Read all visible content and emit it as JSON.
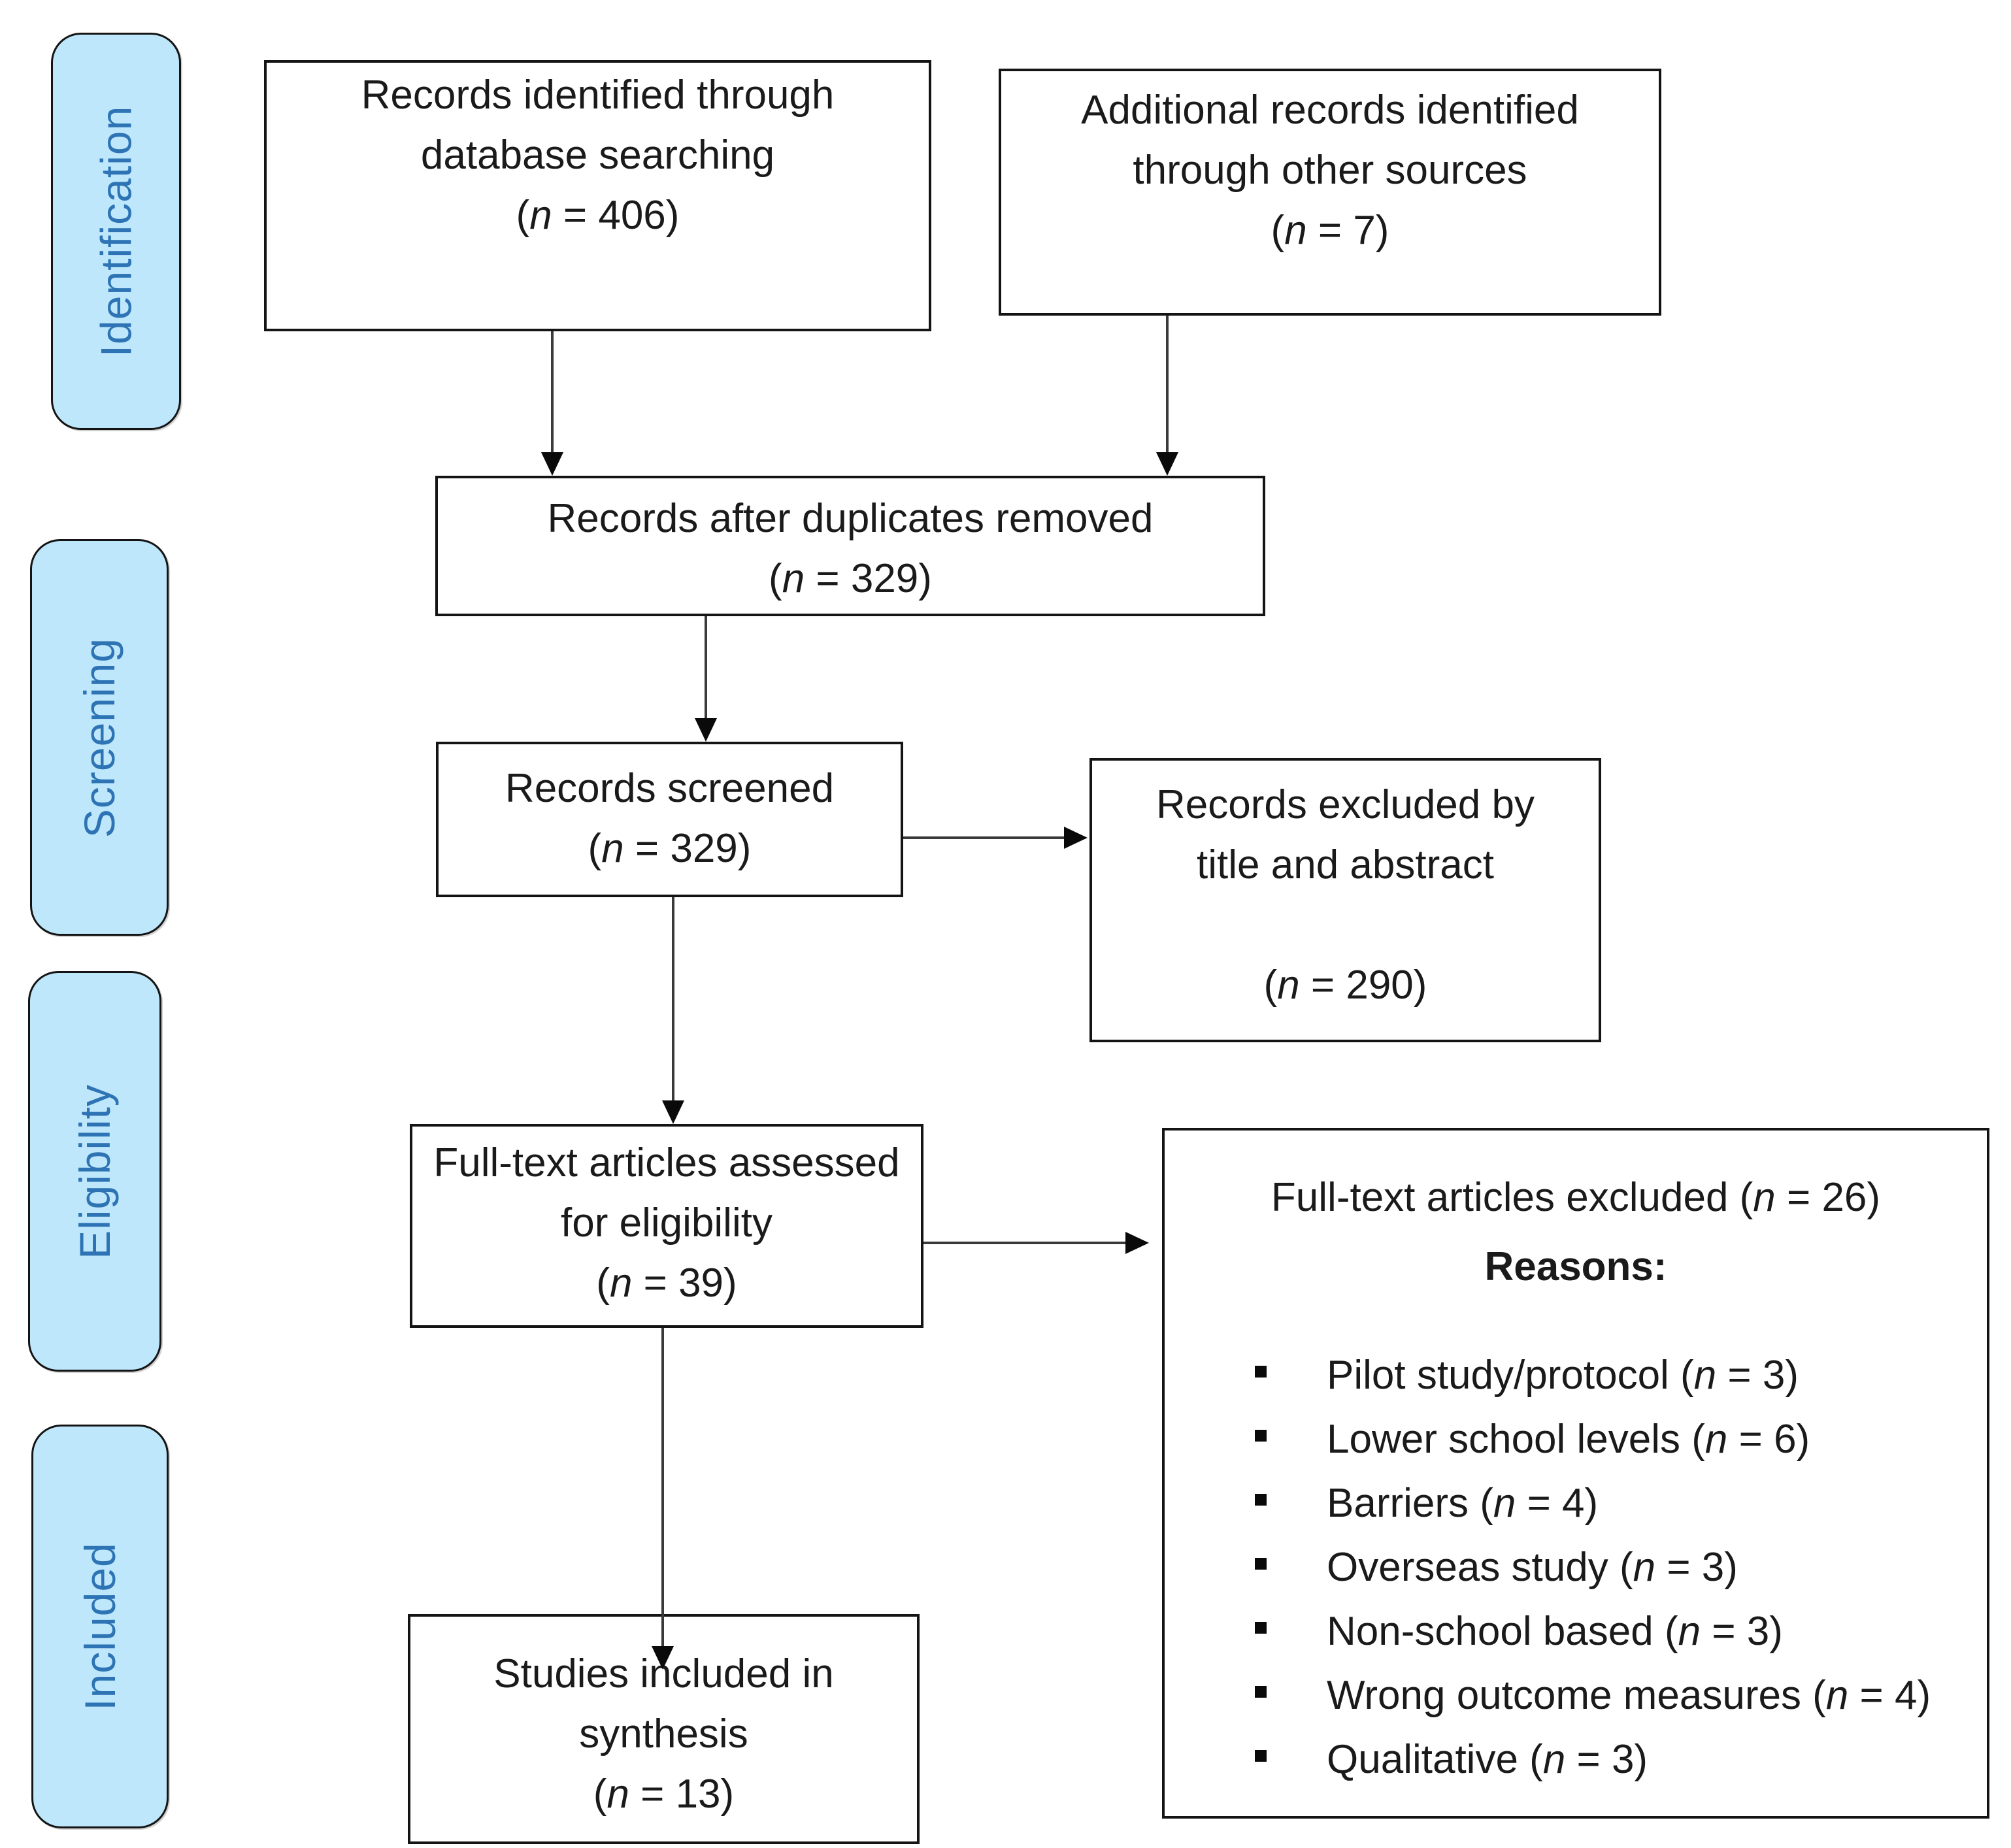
{
  "diagram": {
    "type": "prisma-flow",
    "colors": {
      "stage_fill": "#BEE7FB",
      "stage_text": "#2E74B5",
      "box_border": "#141414"
    }
  },
  "stages": [
    {
      "label": "Identification"
    },
    {
      "label": "Screening"
    },
    {
      "label": "Eligibility"
    },
    {
      "label": "Included"
    }
  ],
  "boxes": {
    "records_identified": {
      "lines": [
        "Records identified through",
        "database searching",
        "(n = 406)"
      ]
    },
    "additional_records": {
      "lines": [
        "Additional records identified",
        "through other sources",
        "(n = 7)"
      ]
    },
    "duplicates_removed": {
      "lines": [
        "Records after duplicates removed",
        "(n = 329)"
      ]
    },
    "records_screened": {
      "lines": [
        "Records screened",
        "(n = 329)"
      ]
    },
    "records_excluded": {
      "lines": [
        "Records excluded by",
        "title and abstract",
        "",
        "(n = 290)"
      ]
    },
    "fulltext_assessed": {
      "lines": [
        "Full-text articles assessed",
        "for eligibility",
        "(n = 39)"
      ]
    },
    "fulltext_excluded": {
      "title": "Full-text articles excluded (n = 26)",
      "reasons_label": "Reasons:",
      "reasons": [
        "Pilot study/protocol (n = 3)",
        "Lower school levels (n = 6)",
        "Barriers (n = 4)",
        "Overseas study (n = 3)",
        "Non-school based (n = 3)",
        "Wrong outcome measures (n = 4)",
        "Qualitative (n = 3)"
      ]
    },
    "studies_included": {
      "lines": [
        "Studies included in",
        "synthesis",
        "(n = 13)"
      ]
    }
  }
}
